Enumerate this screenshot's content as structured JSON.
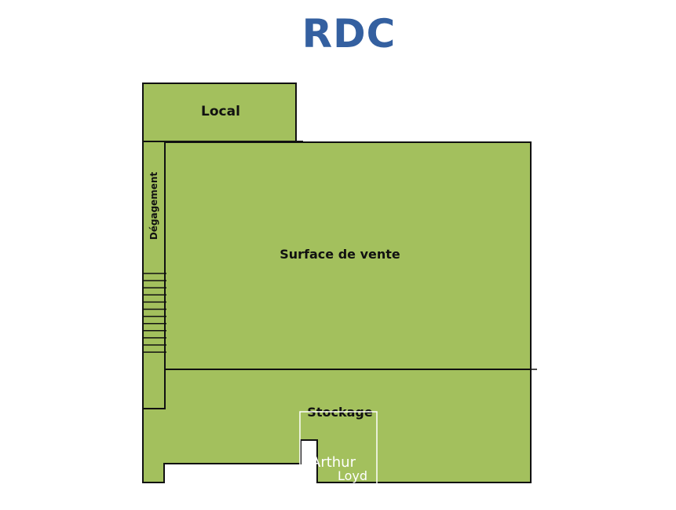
{
  "title": "RDC",
  "colors": {
    "title": "#3460a0",
    "room_fill": "#a3c05d",
    "wall": "#111111",
    "logo": "#ffffff"
  },
  "rooms": {
    "local": "Local",
    "degagement": "Dégagement",
    "surface_vente": "Surface de vente",
    "stockage": "Stockage"
  },
  "logo": {
    "line1": "Arthur",
    "line2": "Loyd"
  }
}
